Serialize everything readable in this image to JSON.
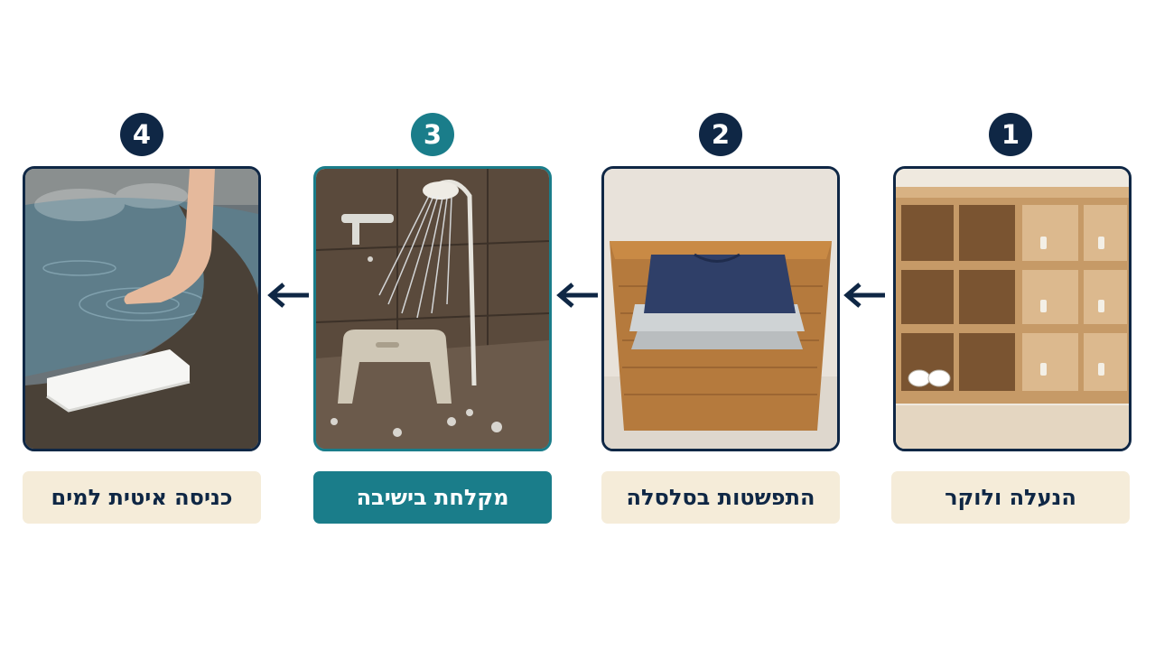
{
  "steps": [
    {
      "number": "1",
      "label": "הנעלה ולוקר",
      "image": "shoe-cabinet-lockers",
      "active": false
    },
    {
      "number": "2",
      "label": "התפשטות בסלסלה",
      "image": "wicker-basket-folded-clothes",
      "active": false
    },
    {
      "number": "3",
      "label": "מקלחת בישיבה",
      "image": "shower-with-stool",
      "active": true
    },
    {
      "number": "4",
      "label": "כניסה איטית למים",
      "image": "foot-entering-hot-spring",
      "active": false
    }
  ],
  "colors": {
    "navy": "#0f2745",
    "teal": "#1a7d8a",
    "cream": "#f5ecd9"
  }
}
